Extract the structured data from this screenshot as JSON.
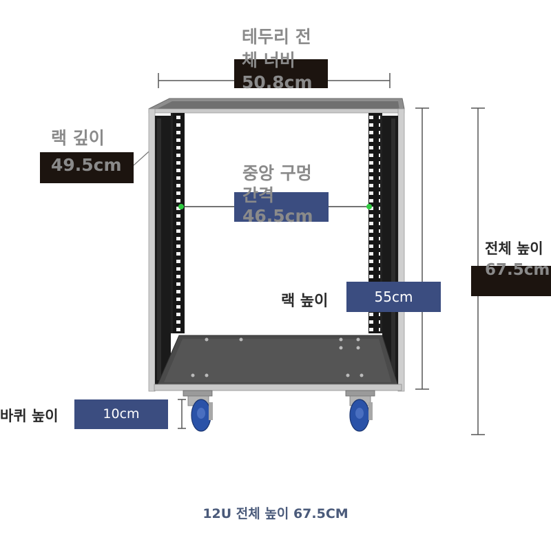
{
  "labels": {
    "top_width_line1": "테두리 전",
    "top_width_line2": "체 너비",
    "top_width_value": "50.8cm",
    "depth_title": "랙 깊이",
    "depth_value": "49.5cm",
    "center_line1": "중앙 구멍",
    "center_line2": "간격",
    "center_value": "46.5cm",
    "rack_height_title": "랙 높이",
    "rack_height_value": "55cm",
    "total_height_title": "전체 높이",
    "total_height_value": "67.5cm",
    "wheel_title": "바퀴 높이",
    "wheel_value": "10cm"
  },
  "caption": "12U 전체 높이 67.5CM",
  "colors": {
    "dark_box": "#1c140f",
    "navy_box": "#3b4d80",
    "label_grey": "#8a8a8a",
    "caption": "#4a5a7a",
    "accent_green": "#2ecc40",
    "wheel_blue": "#2a52a8"
  }
}
